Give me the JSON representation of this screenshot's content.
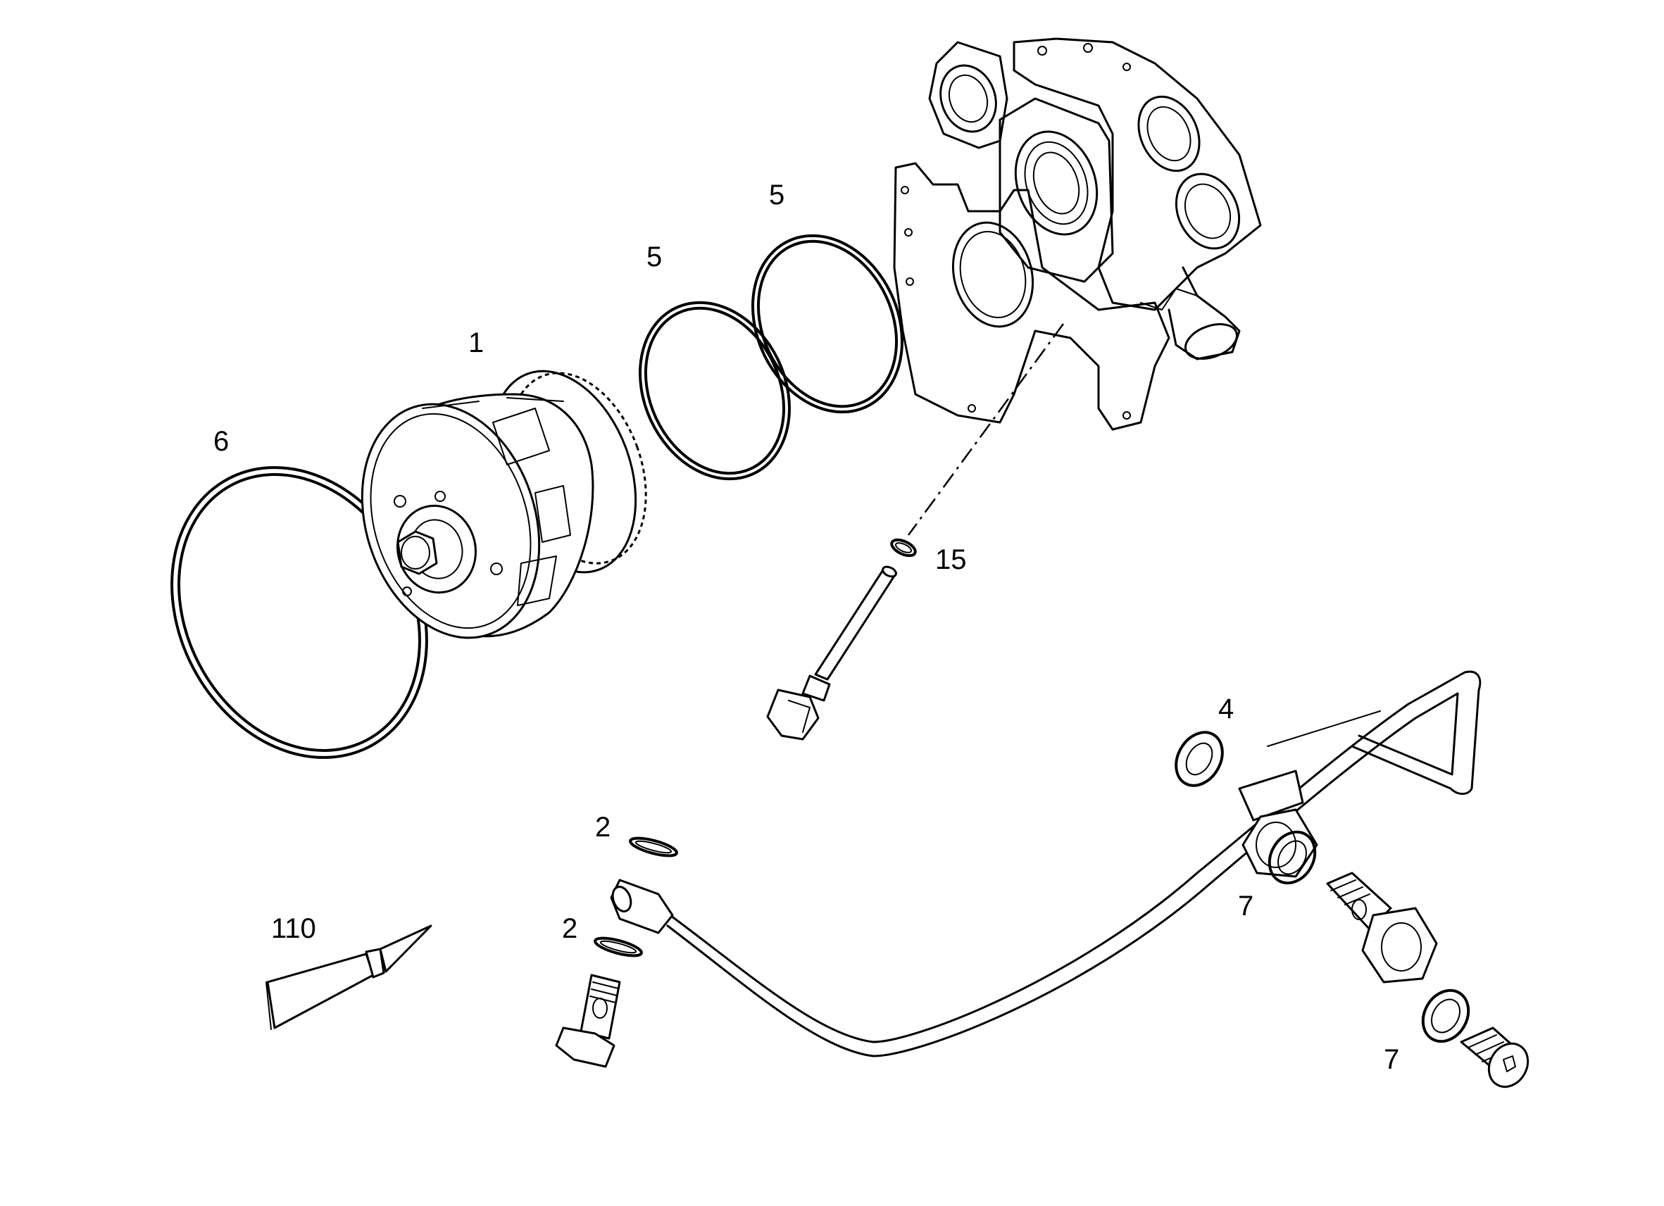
{
  "callouts": {
    "part_1": "1",
    "part_2a": "2",
    "part_2b": "2",
    "part_4": "4",
    "part_5a": "5",
    "part_5b": "5",
    "part_6": "6",
    "part_7a": "7",
    "part_7b": "7",
    "part_15": "15",
    "part_110": "110"
  },
  "colors": {
    "line": "#000000",
    "background": "#ffffff"
  }
}
